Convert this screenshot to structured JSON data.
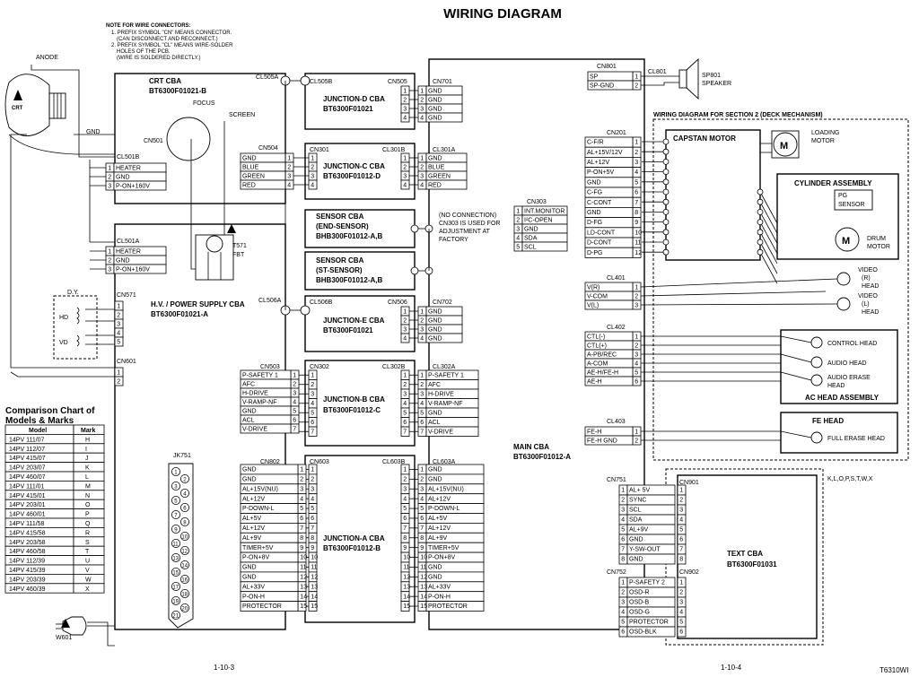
{
  "title": "WIRING DIAGRAM",
  "note": {
    "heading": "NOTE FOR WIRE CONNECTORS:",
    "lines": [
      "1. PREFIX SYMBOL \"CN\" MEANS CONNECTOR.",
      "(CAN DISCONNECT AND RECONNECT.)",
      "2. PREFIX SYMBOL \"CL\" MEANS WIRE-SOLDER",
      "HOLES OF THE PCB.",
      "(WIRE IS SOLDERED DIRECTLY.)"
    ]
  },
  "labels": {
    "anode": "ANODE",
    "crt": "CRT",
    "gnd": "GND",
    "focus": "FOCUS",
    "screen": "SCREEN",
    "fbt_ref": "T571",
    "fbt": "FBT",
    "dy": "D.Y.",
    "hd": "HD",
    "vd": "VD",
    "w601": "W601",
    "no_conn": [
      "(NO CONNECTION)",
      "CN303 IS USED FOR",
      "ADJUSTMENT AT",
      "FACTORY"
    ],
    "variants": "K,L,O,P,S,T,W,X",
    "page_left": "1-10-3",
    "page_right": "1-10-4",
    "doc_code": "T6310WI"
  },
  "boards": {
    "crt": {
      "name": "CRT CBA",
      "part": "BT6300F01021-B"
    },
    "hv": {
      "name": "H.V. / POWER SUPPLY CBA",
      "part": "BT6300F01021-A"
    },
    "jd": {
      "name": "JUNCTION-D CBA",
      "part": "BT6300F01021"
    },
    "jc": {
      "name": "JUNCTION-C CBA",
      "part": "BT6300F01012-D"
    },
    "se": {
      "name": "SENSOR CBA",
      "name2": "(END-SENSOR)",
      "part": "BHB300F01012-A,B"
    },
    "ss": {
      "name": "SENSOR CBA",
      "name2": "(ST-SENSOR)",
      "part": "BHB300F01012-A,B"
    },
    "je": {
      "name": "JUNCTION-E CBA",
      "part": "BT6300F01021"
    },
    "jb": {
      "name": "JUNCTION-B CBA",
      "part": "BT6300F01012-C"
    },
    "ja": {
      "name": "JUNCTION-A CBA",
      "part": "BT6300F01012-B"
    },
    "main": {
      "name": "MAIN CBA",
      "part": "BT6300F01012-A"
    },
    "text": {
      "name": "TEXT CBA",
      "part": "BT6300F01031"
    }
  },
  "deck": {
    "title": "WIRING DIAGRAM FOR SECTION 2 (DECK MECHANISM)",
    "capstan": "CAPSTAN MOTOR",
    "loading": [
      "LOADING",
      "MOTOR"
    ],
    "cylinder": "CYLINDER ASSEMBLY",
    "pg": [
      "PG",
      "SENSOR"
    ],
    "drum": [
      "DRUM",
      "MOTOR"
    ],
    "video_r": [
      "VIDEO",
      "(R)",
      "HEAD"
    ],
    "video_l": [
      "VIDEO",
      "(L)",
      "HEAD"
    ],
    "control_head": "CONTROL HEAD",
    "audio_head": "AUDIO HEAD",
    "audio_erase": [
      "AUDIO ERASE",
      "HEAD"
    ],
    "ac_head": "AC HEAD ASSEMBLY",
    "fe_head": "FE HEAD",
    "full_erase": "FULL ERASE HEAD",
    "speaker_ref": "SP801",
    "speaker": "SPEAKER"
  },
  "connectors": {
    "cl501b": {
      "ref": "CL501B",
      "pins": [
        "HEATER",
        "GND",
        "P-ON+160V"
      ]
    },
    "cl501a": {
      "ref": "CL501A",
      "pins": [
        "HEATER",
        "GND",
        "P-ON+160V"
      ]
    },
    "cn501": "CN501",
    "cn571": "CN571",
    "cn601": "CN601",
    "cl505a": "CL505A",
    "cl505b": "CL505B",
    "cl506a": "CL506A",
    "cl506b": "CL506B",
    "cn505": "CN505",
    "cn506": "CN506",
    "cn701": {
      "ref": "CN701",
      "pins": [
        "GND",
        "GND",
        "GND",
        "GND"
      ]
    },
    "cn702": {
      "ref": "CN702",
      "pins": [
        "GND",
        "GND",
        "GND",
        "GND"
      ]
    },
    "cn504": {
      "ref": "CN504",
      "pins": [
        "GND",
        "BLUE",
        "GREEN",
        "RED"
      ]
    },
    "cn301": "CN301",
    "cl301b": "CL301B",
    "cl301a": {
      "ref": "CL301A",
      "pins": [
        "GND",
        "BLUE",
        "GREEN",
        "RED"
      ]
    },
    "cn303": {
      "ref": "CN303",
      "pins": [
        "INT.MONITOR",
        "I²C-OPEN",
        "GND",
        "SDA",
        "SCL"
      ]
    },
    "cn503": {
      "ref": "CN503",
      "pins": [
        "P-SAFETY 1",
        "AFC",
        "H-DRIVE",
        "V-RAMP-NF",
        "GND",
        "ACL",
        "V-DRIVE"
      ]
    },
    "cn302": "CN302",
    "cl302b": "CL302B",
    "cl302a": {
      "ref": "CL302A",
      "pins": [
        "P-SAFETY 1",
        "AFC",
        "H-DRIVE",
        "V-RAMP-NF",
        "GND",
        "ACL",
        "V-DRIVE"
      ]
    },
    "cn802": {
      "ref": "CN802",
      "pins": [
        "GND",
        "GND",
        "AL+15V(NU)",
        "AL+12V",
        "P-DOWN-L",
        "AL+5V",
        "AL+12V",
        "AL+9V",
        "TIMER+5V",
        "P-ON+8V",
        "GND",
        "GND",
        "AL+33V",
        "P-ON-H",
        "PROTECTOR"
      ]
    },
    "cn603": "CN603",
    "cl603b": "CL603B",
    "cl603a": {
      "ref": "CL603A",
      "pins": [
        "GND",
        "GND",
        "AL+15V(NU)",
        "AL+12V",
        "P-DOWN-L",
        "AL+5V",
        "AL+12V",
        "AL+9V",
        "TIMER+5V",
        "P-ON+8V",
        "GND",
        "GND",
        "AL+33V",
        "P-ON-H",
        "PROTECTOR"
      ]
    },
    "cn801": {
      "ref": "CN801",
      "pins": [
        "SP",
        "SP-GND"
      ]
    },
    "cl801": "CL801",
    "cn201": {
      "ref": "CN201",
      "pins": [
        "C-F/R",
        "AL+15V/12V",
        "AL+12V",
        "P-ON+5V",
        "GND",
        "C-FG",
        "C-CONT",
        "GND",
        "D-FG",
        "LD-CONT",
        "D-CONT",
        "D-PG"
      ]
    },
    "cl401": {
      "ref": "CL401",
      "pins": [
        "V(R)",
        "V-COM",
        "V(L)"
      ]
    },
    "cl402": {
      "ref": "CL402",
      "pins": [
        "CTL(-)",
        "CTL(+)",
        "A-PB/REC",
        "A-COM",
        "AE-H/FE-H",
        "AE-H"
      ]
    },
    "cl403": {
      "ref": "CL403",
      "pins": [
        "FE-H",
        "FE-H GND"
      ]
    },
    "cn751": {
      "ref": "CN751",
      "pins": [
        "AL+ 5V",
        "SYNC",
        "SCL",
        "SDA",
        "AL+9V",
        "GND",
        "Y-SW-OUT",
        "GND"
      ]
    },
    "cn901": "CN901",
    "cn752": {
      "ref": "CN752",
      "pins": [
        "P-SAFETY 2",
        "OSD-R",
        "OSD-B",
        "OSD-G",
        "PROTECTOR",
        "OSD-BLK"
      ]
    },
    "cn902": "CN902",
    "jk751": "JK751"
  },
  "comparison": {
    "title": [
      "Comparison Chart of",
      "Models & Marks"
    ],
    "headers": [
      "Model",
      "Mark"
    ],
    "rows": [
      [
        "14PV 111/07",
        "H"
      ],
      [
        "14PV 112/07",
        "I"
      ],
      [
        "14PV 415/07",
        "J"
      ],
      [
        "14PV 203/07",
        "K"
      ],
      [
        "14PV 460/07",
        "L"
      ],
      [
        "14PV 111/01",
        "M"
      ],
      [
        "14PV 415/01",
        "N"
      ],
      [
        "14PV 203/01",
        "O"
      ],
      [
        "14PV 460/01",
        "P"
      ],
      [
        "14PV 111/58",
        "Q"
      ],
      [
        "14PV 415/58",
        "R"
      ],
      [
        "14PV 203/58",
        "S"
      ],
      [
        "14PV 460/58",
        "T"
      ],
      [
        "14PV 112/39",
        "U"
      ],
      [
        "14PV 415/39",
        "V"
      ],
      [
        "14PV 203/39",
        "W"
      ],
      [
        "14PV 460/39",
        "X"
      ]
    ]
  }
}
